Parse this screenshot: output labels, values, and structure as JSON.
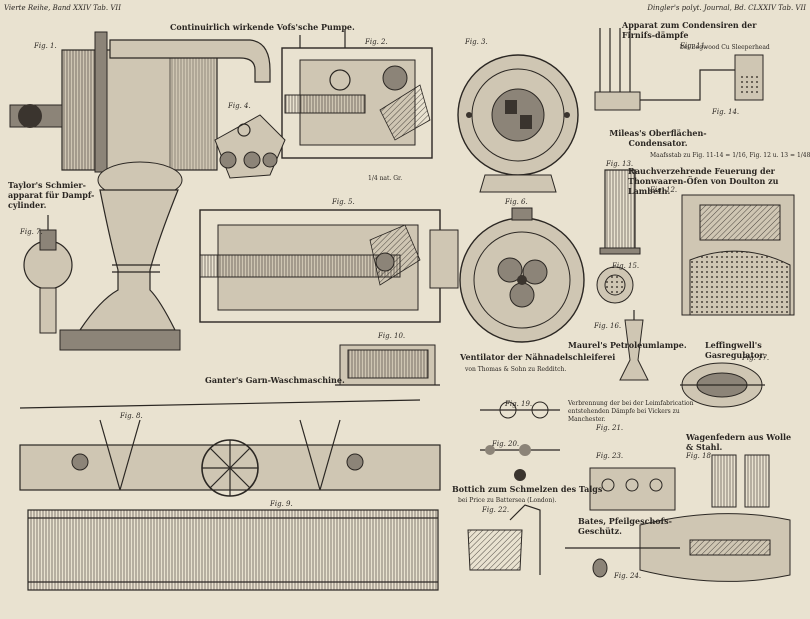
{
  "header": {
    "left": "Vierte Reihe, Band XXIV Tab. VII",
    "right": "Dingler's polyt. Journal, Bd. CLXXIV Tab. VII"
  },
  "captions": {
    "pump": "Continuirlich wirkende Vofs'sche Pumpe.",
    "condensing": "Apparat zum Condensiren der Firnifs-dämpfe",
    "condensing_sub": "bei Bogwood Cu Sleeperhead",
    "mileas": "Mileas's Oberflächen-Condensator.",
    "firing": "Rauchverzehrende Feuerung der Thonwaaren-Öfen von Doulton zu Lambeth.",
    "taylor": "Taylor's Schmier-apparat für Dampf-cylinder.",
    "ganter": "Ganter's Garn-Waschmaschine.",
    "ventilator": "Ventilator der Nähnadelschleiferei",
    "ventilator_sub": "von Thomas & Sohn zu Redditch.",
    "maurel": "Maurel's Petroleumlampe.",
    "leffingwell": "Leffingwell's Gasregulator.",
    "burning": "Verbrennung der bei der Leimfabrication entstehenden Dämpfe bei Vickers zu Manchester.",
    "bottich": "Bottich zum Schmelzen des Talgs",
    "bottich_sub": "bei Price zu Battersea (London).",
    "springs": "Wagenfedern aus Wolle & Stahl.",
    "bates": "Bates, Pfeilgeschofs-Geschütz."
  },
  "figures": {
    "f1": "Fig. 1.",
    "f2": "Fig. 2.",
    "f3": "Fig. 3.",
    "f4": "Fig. 4.",
    "f5": "Fig. 5.",
    "f6": "Fig. 6.",
    "f7": "Fig. 7.",
    "f8": "Fig. 8.",
    "f9": "Fig. 9.",
    "f10": "Fig. 10.",
    "f11": "Fig. 11.",
    "f12": "Fig. 12.",
    "f13": "Fig. 13.",
    "f14": "Fig. 14.",
    "f15": "Fig. 15.",
    "f16": "Fig. 16.",
    "f17": "Fig. 17.",
    "f18": "Fig. 18.",
    "f19": "Fig. 19.",
    "f20": "Fig. 20.",
    "f21": "Fig. 21.",
    "f22": "Fig. 22.",
    "f23": "Fig. 23.",
    "f24": "Fig. 24."
  },
  "notes": {
    "scale": "Maafsstab zu Fig. 11-14 = 1/16, Fig. 12 u. 13 = 1/48",
    "scale_small": "1/4 nat. Gr."
  }
}
